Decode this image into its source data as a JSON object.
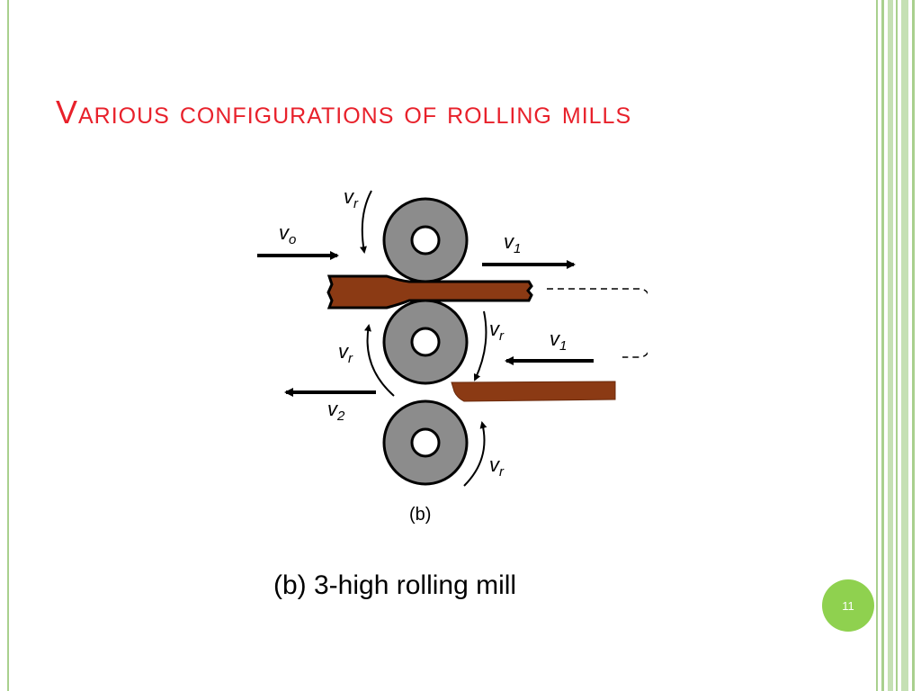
{
  "slide": {
    "title": "Various configurations of rolling mills",
    "caption": "(b) 3-high rolling mill",
    "page_number": "11"
  },
  "figure": {
    "sublabel": "(b)",
    "labels": {
      "vr": "v",
      "vr_sub": "r",
      "vo": "v",
      "vo_sub": "o",
      "v1": "v",
      "v1_sub": "1",
      "v2": "v",
      "v2_sub": "2"
    }
  },
  "colors": {
    "title": "#e8212b",
    "frame": "#a9d08e",
    "badge": "#8fd14f",
    "roll": "#8c8c8c",
    "strip": "#8b3a14"
  }
}
